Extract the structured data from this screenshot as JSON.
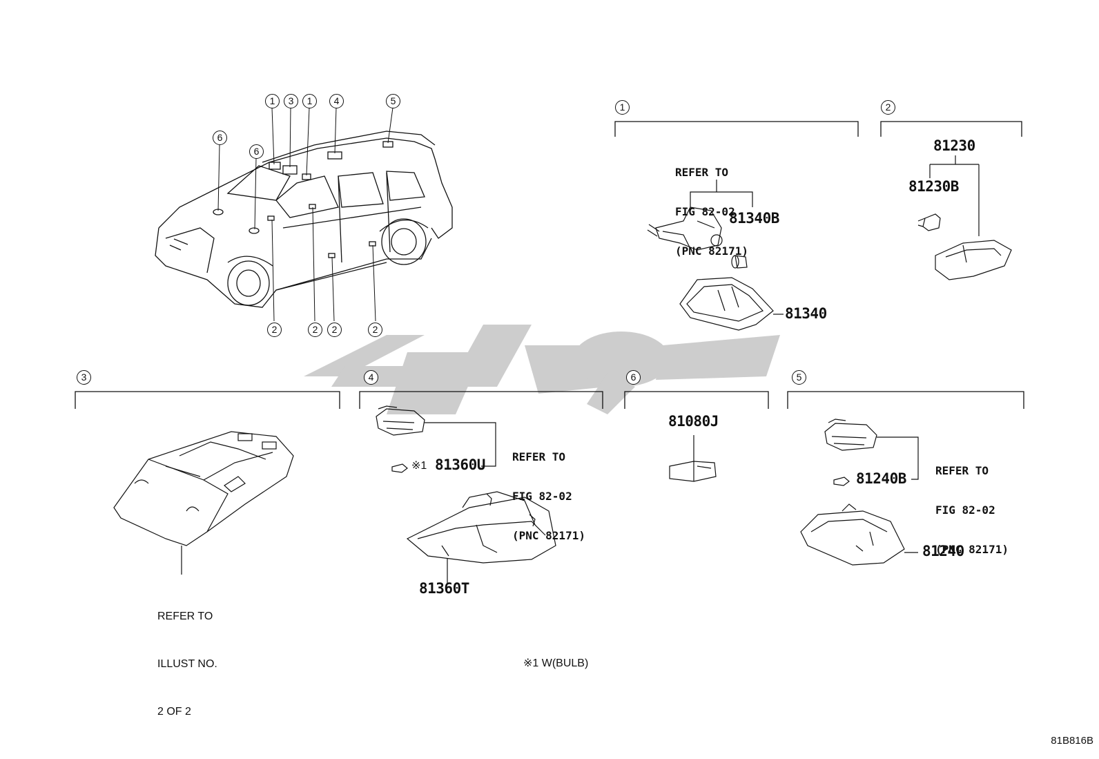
{
  "diagram": {
    "figure_id": "81B816B",
    "footnote": "※1 W(BULB)",
    "vehicle_callouts": {
      "top_row": [
        "1",
        "3",
        "1",
        "4",
        "5"
      ],
      "left_side": [
        "6",
        "6"
      ],
      "bottom_row": [
        "2",
        "2",
        "2",
        "2"
      ]
    },
    "groups": [
      {
        "number": "1",
        "parts": [
          "81340B",
          "81340"
        ],
        "reference": [
          "REFER TO",
          "FIG 82-02",
          "(PNC 82171)"
        ]
      },
      {
        "number": "2",
        "parts": [
          "81230",
          "81230B"
        ]
      },
      {
        "number": "3",
        "reference": [
          "REFER TO",
          "ILLUST NO.",
          "2 OF 2"
        ]
      },
      {
        "number": "4",
        "parts": [
          "81360U",
          "81360T"
        ],
        "bulb_mark": "※1",
        "reference": [
          "REFER TO",
          "FIG 82-02",
          "(PNC 82171)"
        ]
      },
      {
        "number": "6",
        "parts": [
          "81080J"
        ]
      },
      {
        "number": "5",
        "parts": [
          "81240B",
          "81240"
        ],
        "reference": [
          "REFER TO",
          "FIG 82-02",
          "(PNC 82171)"
        ]
      }
    ]
  },
  "colors": {
    "line": "#111111",
    "watermark": "#c8c8c8",
    "background": "#ffffff"
  }
}
